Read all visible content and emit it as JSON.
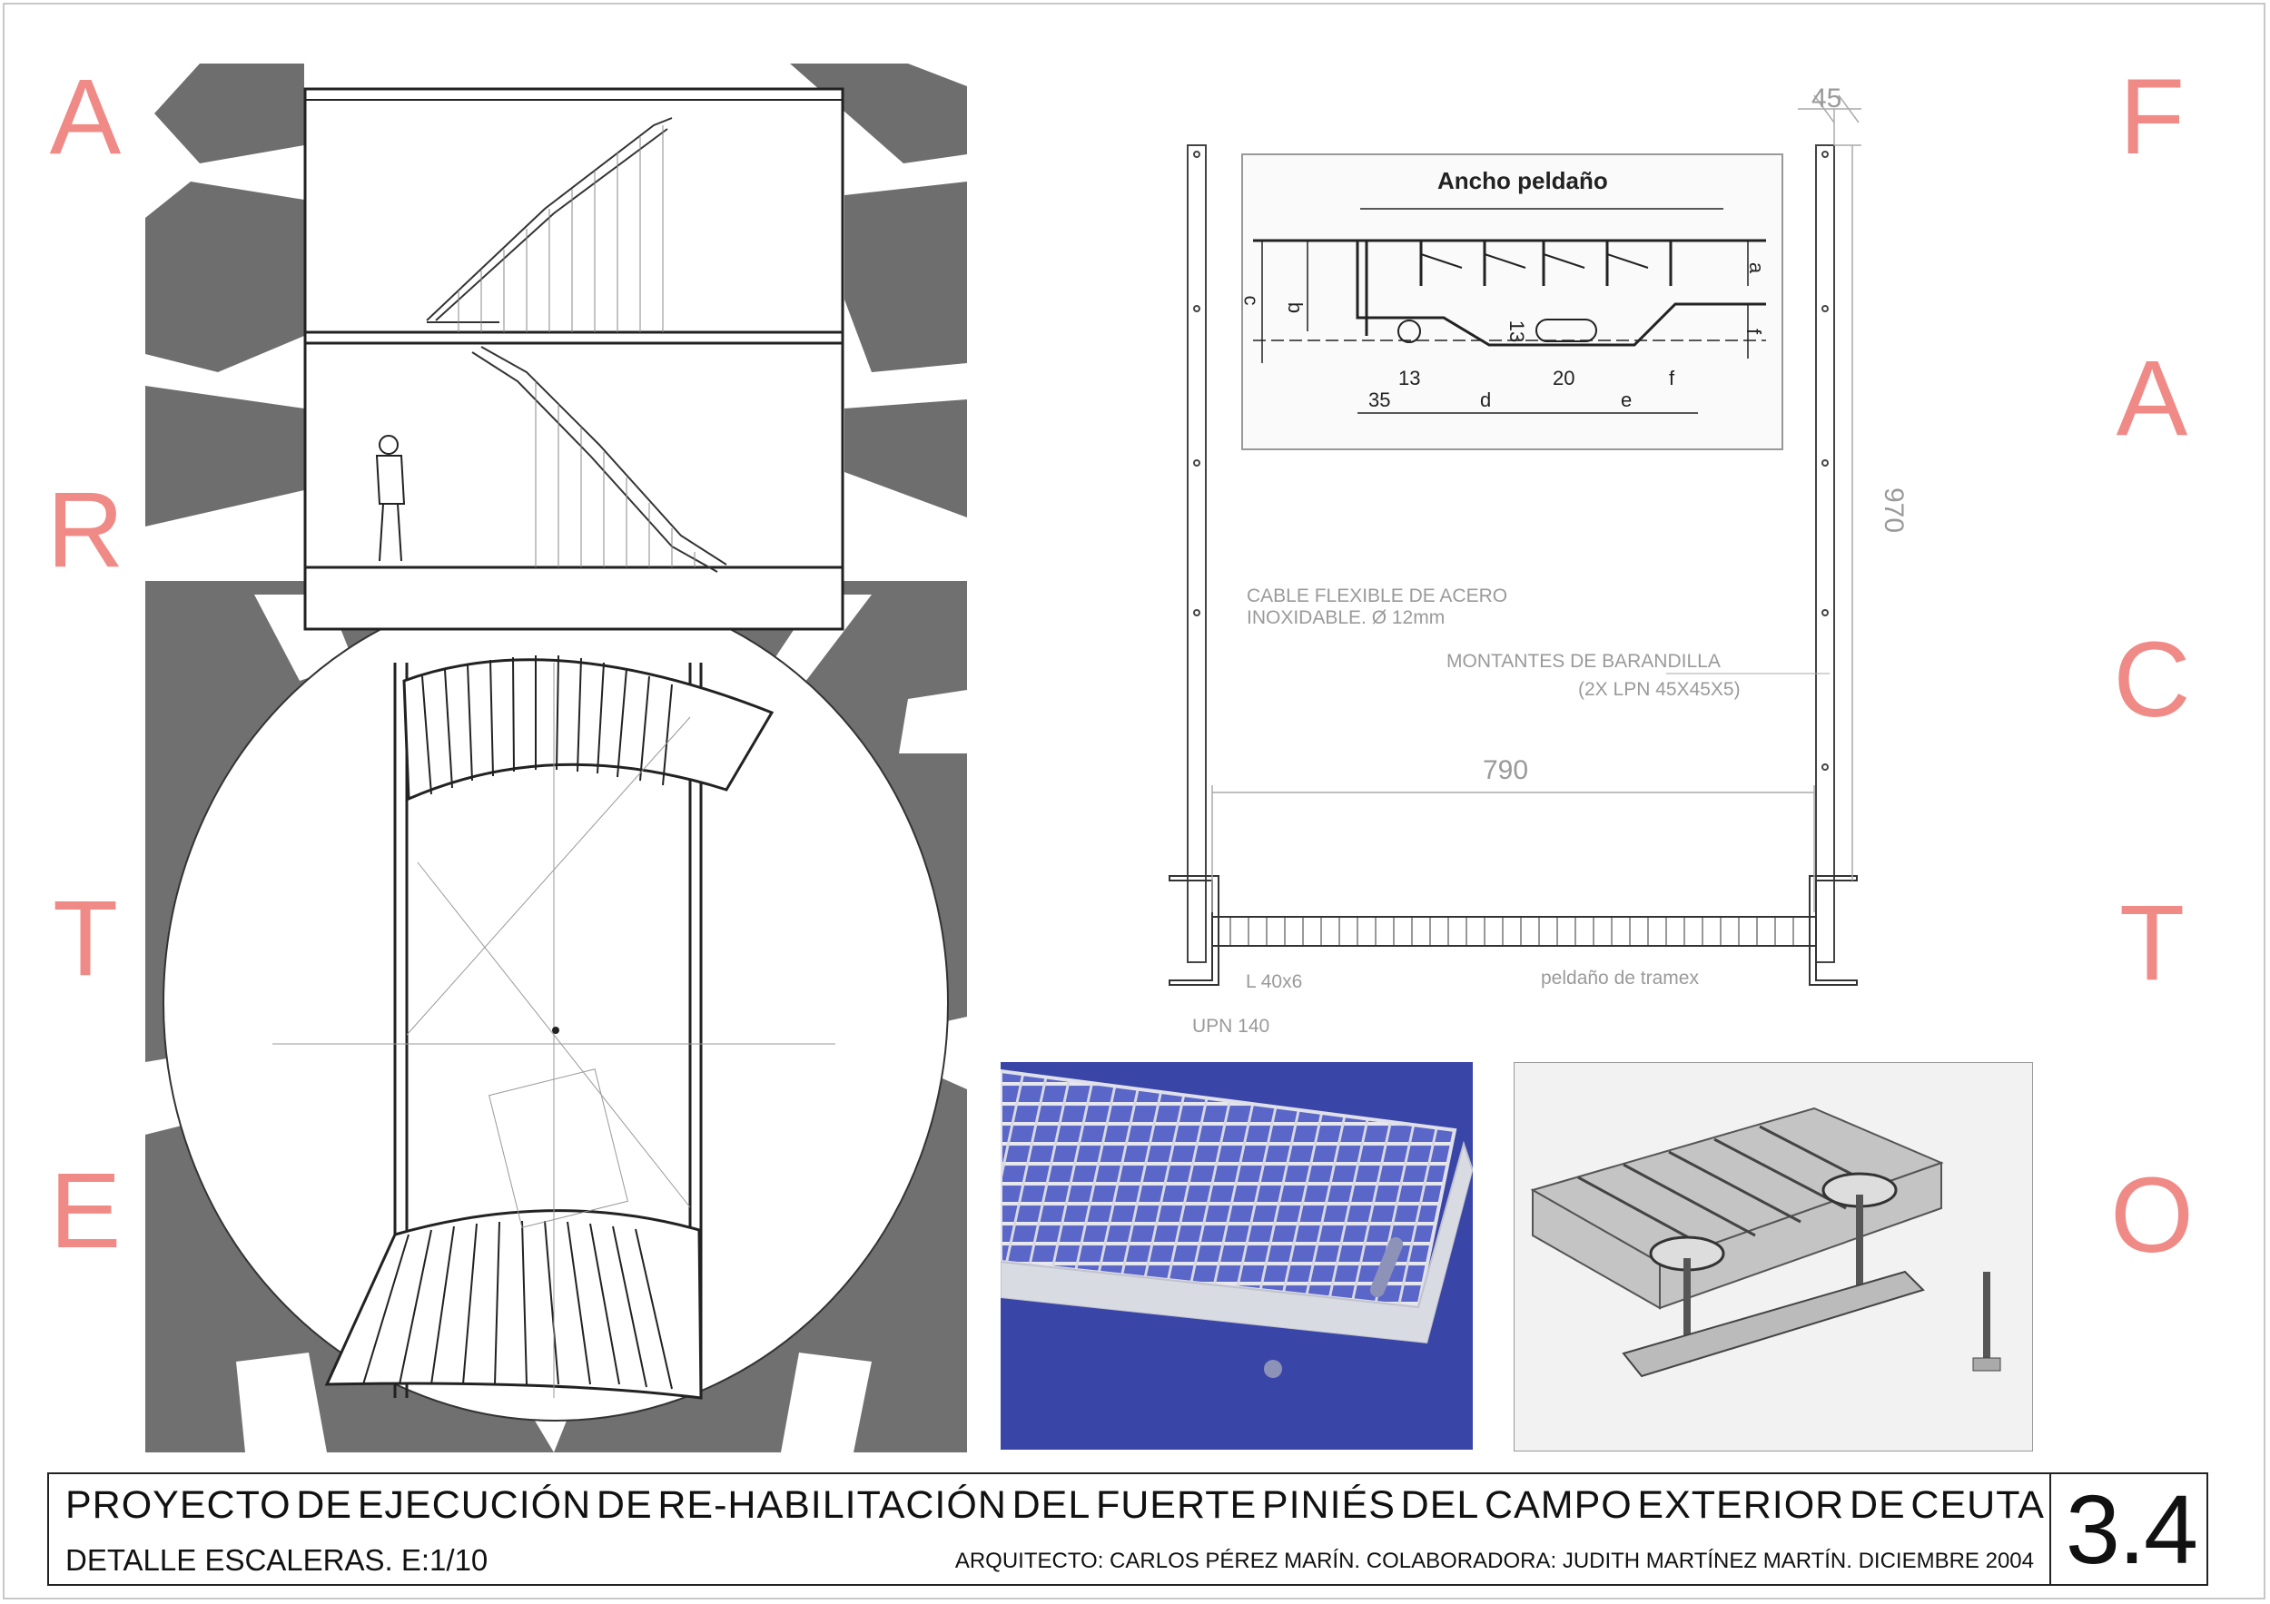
{
  "side_letters": {
    "left": [
      "A",
      "R",
      "T",
      "E"
    ],
    "right": [
      "F",
      "A",
      "C",
      "T",
      "O"
    ]
  },
  "detail": {
    "width_label": "Ancho peldaño",
    "dim_labels": [
      "35",
      "13",
      "d",
      "20",
      "e",
      "f",
      "13",
      "a",
      "b",
      "c",
      "f"
    ],
    "cable_label": [
      "CABLE FLEXIBLE DE ACERO",
      "INOXIDABLE. Ø 12mm"
    ],
    "posts_label": [
      "MONTANTES DE BARANDILLA",
      "(2X LPN 45X45X5)"
    ],
    "dim_45": "45",
    "dim_970": "970",
    "dim_790": "790",
    "angle_label": "L 40x6",
    "tread_label": "peldaño de tramex",
    "channel_label": "UPN 140"
  },
  "title_block": {
    "title_words": [
      "PROYECTO",
      "DE",
      "EJECUCIÓN",
      "DE",
      "RE-HABILITACIÓN",
      "DEL",
      "FUERTE",
      "PINIÉS",
      "DEL",
      "CAMPO",
      "EXTERIOR",
      "DE",
      "CEUTA"
    ],
    "subtitle": "DETALLE ESCALERAS.  E:1/10",
    "credits": "ARQUITECTO: CARLOS PÉREZ MARÍN. COLABORADORA: JUDITH MARTÍNEZ MARTÍN. DICIEMBRE 2004",
    "sheet_number": "3.4"
  },
  "colors": {
    "accent": "#f08a86",
    "stone": "#6b6b6b",
    "line": "#222222",
    "grating_bg": "#3a45a8"
  }
}
